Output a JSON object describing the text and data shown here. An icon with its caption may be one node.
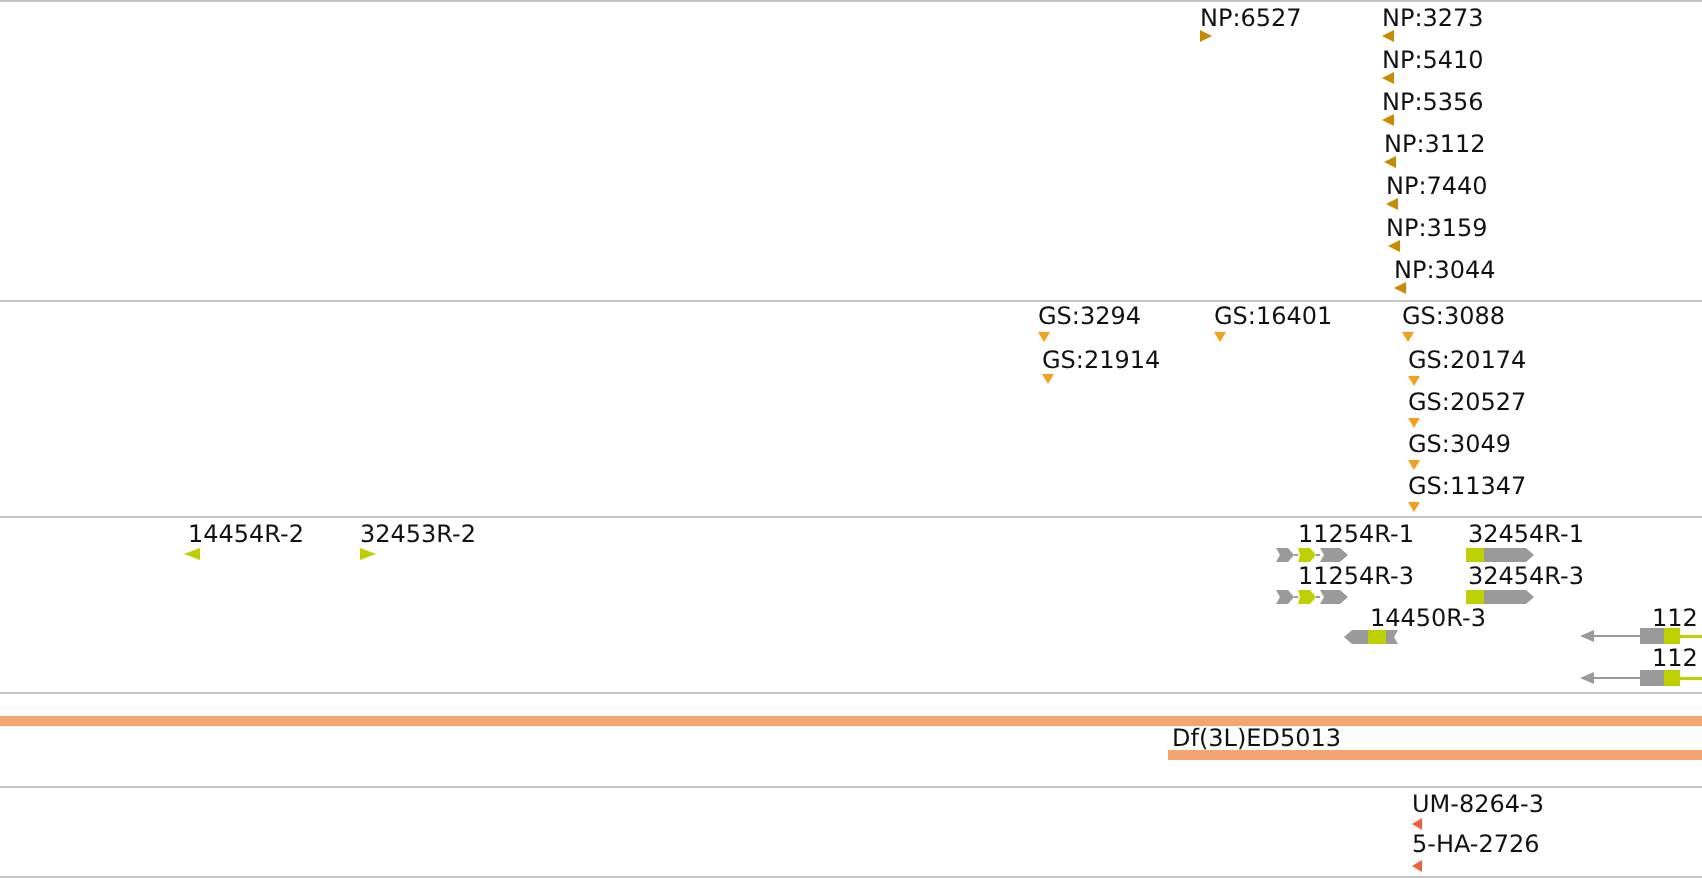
{
  "diagram": {
    "labels": [
      "NP:6527",
      "NP:3273",
      "NP:5410",
      "NP:5356",
      "NP:3112",
      "NP:7440",
      "NP:3159",
      "NP:3044",
      "GS:3294",
      "GS:16401",
      "GS:3088",
      "GS:21914",
      "GS:20174",
      "GS:20527",
      "GS:3049",
      "GS:11347",
      "14454R-2",
      "32453R-2",
      "11254R-1",
      "32454R-1",
      "11254R-3",
      "32454R-3",
      "14450R-3",
      "112",
      "112",
      "Df(3L)ED5013",
      "UM-8264-3",
      "5-HA-2726"
    ]
  }
}
